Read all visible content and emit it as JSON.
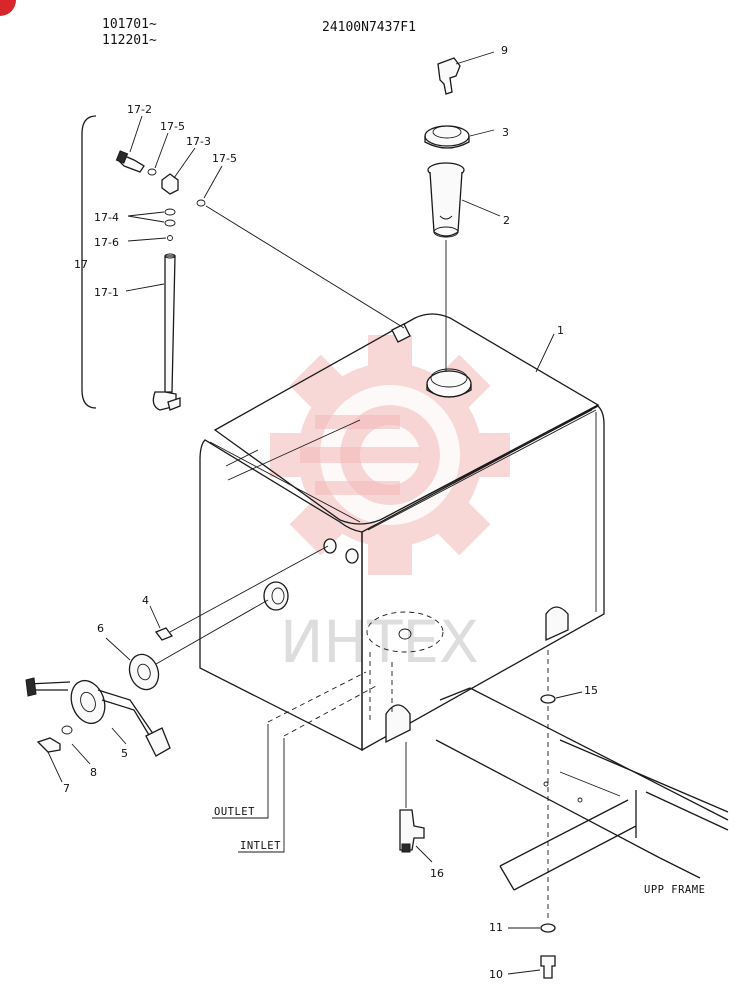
{
  "header": {
    "serial_range_1": "101701~",
    "serial_range_2": "112201~",
    "part_number": "24100N7437F1"
  },
  "watermark": {
    "text": "ИНТЕХ",
    "color": "#f3b8b8"
  },
  "callouts": {
    "c1": "1",
    "c2": "2",
    "c3": "3",
    "c4": "4",
    "c5": "5",
    "c6": "6",
    "c7": "7",
    "c8": "8",
    "c9": "9",
    "c10": "10",
    "c11": "11",
    "c15": "15",
    "c16": "16",
    "c17": "17",
    "c17_1": "17-1",
    "c17_2": "17-2",
    "c17_3": "17-3",
    "c17_4": "17-4",
    "c17_5a": "17-5",
    "c17_5b": "17-5",
    "c17_6": "17-6"
  },
  "captions": {
    "outlet": "OUTLET",
    "inlet": "INTLET",
    "frame": "UPP FRAME"
  },
  "icons": {
    "corner_badge": "corner-badge-icon",
    "gear_logo": "gear-logo-icon"
  }
}
